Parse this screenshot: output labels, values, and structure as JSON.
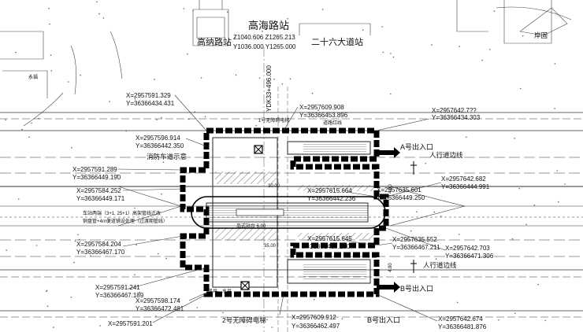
{
  "header": {
    "title": "高海路站",
    "title_coords": [
      "Z1040.606 Z1265.213",
      "Y1036.000 Y1265.000"
    ],
    "left_station": "高纳路站",
    "right_station": "二十六大道站",
    "chainage": "YDK33+496.000",
    "top_right_label": "岸固"
  },
  "coordinates": {
    "c1": [
      "X=2957591.329",
      "Y=36366434.431"
    ],
    "c2": [
      "X=2957596.914",
      "Y=36366442.350"
    ],
    "c3": [
      "X=2957591.289",
      "Y=36366449.190"
    ],
    "c4": [
      "X=2957584.252",
      "Y=36366449.171"
    ],
    "c5": [
      "X=2957584.204",
      "Y=36366467.170"
    ],
    "c6": [
      "X=2957591.241",
      "Y=36366467.189"
    ],
    "c7": [
      "X=2957598.174",
      "Y=36366472.481"
    ],
    "c8": [
      "X=2957591.201"
    ],
    "c9": [
      "X=2957609.908",
      "Y=36366453.896"
    ],
    "c10": [
      "X=2957615.664",
      "Y=36366442.236"
    ],
    "c11": [
      "X=2957635.601",
      "Y=36366449.250"
    ],
    "c12": [
      "X=2957642.682",
      "Y=36366444.991"
    ],
    "c13": [
      "X=2957642.7??",
      "Y=36366434.303"
    ],
    "c14": [
      "X=2957615.645",
      "Y=36366467.200"
    ],
    "c15": [
      "X=2957635.552",
      "Y=36366467.211"
    ],
    "c16": [
      "X=2957642.703",
      "Y=36366471.306"
    ],
    "c17": [
      "X=2957609.912",
      "Y=36366462.497"
    ],
    "c18": [
      "X=2957642.674",
      "Y=36366481.876"
    ]
  },
  "labels": {
    "fire_sign": "消防车道示意",
    "elevator_1": "1号无障碍电梯",
    "elevator_2": "2号无障碍电梯",
    "exit_a": "A号出入口",
    "exit_b": "B号出入口",
    "crosswalk_a": "人行道边线",
    "crosswalk_b": "人行道边线",
    "road_red_line": "道路红线",
    "wind_well": "风井",
    "water_well": "水井",
    "track_note_1": "车站两端（3+1, 25+1）高架管线迁改",
    "track_note_2": "铜盘管+4m便道铺设处理（过渡期管线）",
    "platform_text": "岛式站台 6.00",
    "dim_1": "30.00",
    "dim_2": "4.80",
    "dim_3": "35.00",
    "dim_4": "4.80",
    "left_road_label": "永福"
  }
}
